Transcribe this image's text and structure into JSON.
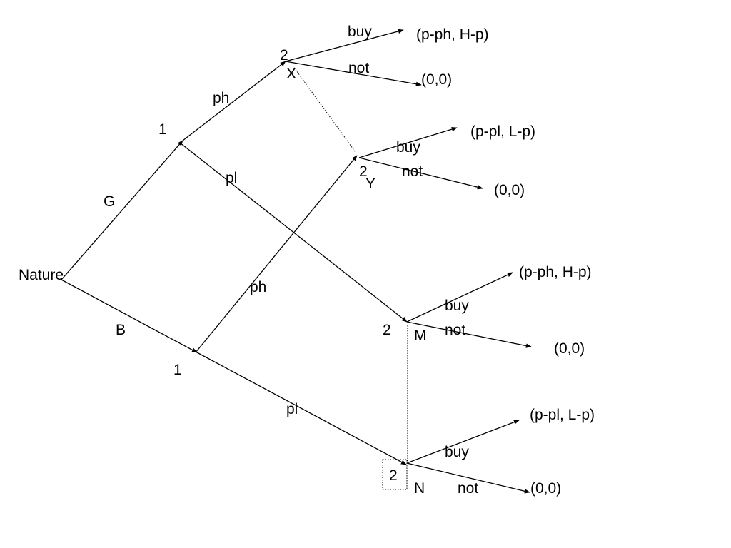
{
  "colors": {
    "line": "#000000",
    "background": "#ffffff"
  },
  "nodes": {
    "nature": "Nature",
    "firm_good": "1",
    "firm_bad": "1",
    "consumer_x": {
      "player": "2",
      "name": "X"
    },
    "consumer_y": {
      "player": "2",
      "name": "Y"
    },
    "consumer_m": {
      "player": "2",
      "name": "M"
    },
    "consumer_n": {
      "player": "2",
      "name": "N"
    }
  },
  "edges": {
    "good": "G",
    "bad": "B",
    "good_ph": "ph",
    "good_pl": "pl",
    "bad_ph": "ph",
    "bad_pl": "pl",
    "x_buy": "buy",
    "x_not": "not",
    "y_buy": "buy",
    "y_not": "not",
    "m_buy": "buy",
    "m_not": "not",
    "n_buy": "buy",
    "n_not": "not"
  },
  "payoffs": {
    "x_buy": "(p-ph, H-p)",
    "x_not": "(0,0)",
    "y_buy": "(p-pl, L-p)",
    "y_not": "(0,0)",
    "m_buy": "(p-ph, H-p)",
    "m_not": "(0,0)",
    "n_buy": "(p-pl, L-p)",
    "n_not": "(0,0)"
  }
}
